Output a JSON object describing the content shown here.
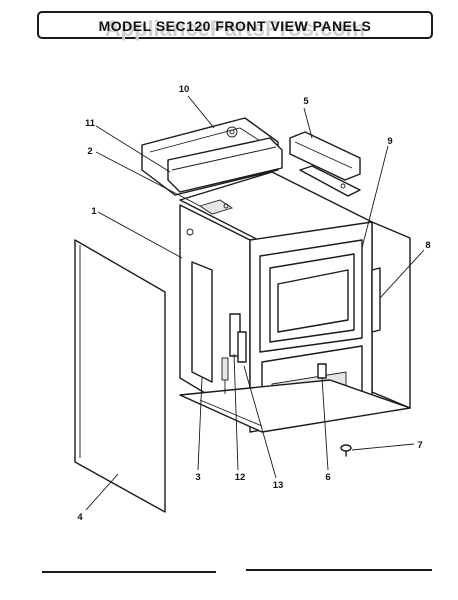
{
  "header": {
    "title": "MODEL SEC120 FRONT VIEW PANELS",
    "watermark": "AppliancePartsPros.com"
  },
  "callouts": [
    {
      "id": "1",
      "name": "callout-1"
    },
    {
      "id": "2",
      "name": "callout-2"
    },
    {
      "id": "3",
      "name": "callout-3"
    },
    {
      "id": "4",
      "name": "callout-4"
    },
    {
      "id": "5",
      "name": "callout-5"
    },
    {
      "id": "6",
      "name": "callout-6"
    },
    {
      "id": "7",
      "name": "callout-7"
    },
    {
      "id": "8",
      "name": "callout-8"
    },
    {
      "id": "9",
      "name": "callout-9"
    },
    {
      "id": "10",
      "name": "callout-10"
    },
    {
      "id": "11",
      "name": "callout-11"
    },
    {
      "id": "12",
      "name": "callout-12"
    },
    {
      "id": "13",
      "name": "callout-13"
    }
  ]
}
